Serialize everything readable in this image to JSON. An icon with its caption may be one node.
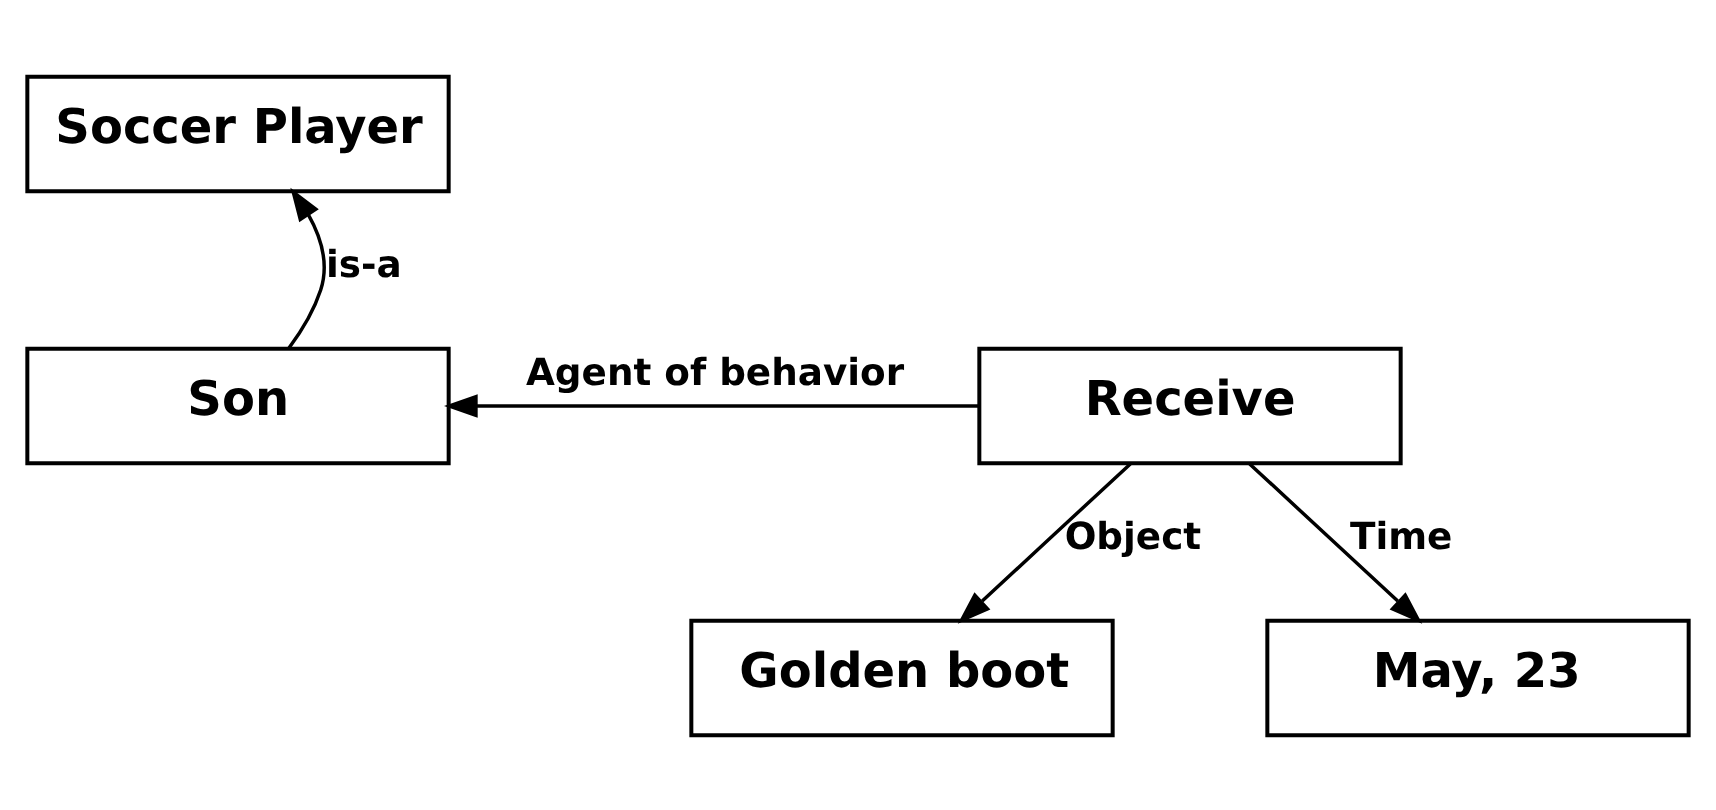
{
  "diagram": {
    "nodes": [
      {
        "text": [
          "Soccer Player"
        ]
      },
      {
        "text": [
          "Son"
        ]
      },
      {
        "text": [
          "Receive"
        ]
      },
      {
        "text": [
          "Golden boot"
        ]
      },
      {
        "text": [
          "May, 23"
        ]
      }
    ],
    "edges": [
      {
        "from": 1,
        "to": 0,
        "arrow": "to",
        "label": "is-a"
      },
      {
        "from": 2,
        "to": 1,
        "arrow": "to",
        "label": "Agent of behavior"
      },
      {
        "from": 2,
        "to": 3,
        "arrow": "to",
        "label": "Object"
      },
      {
        "from": 2,
        "to": 4,
        "arrow": "to",
        "label": "Time"
      }
    ]
  }
}
